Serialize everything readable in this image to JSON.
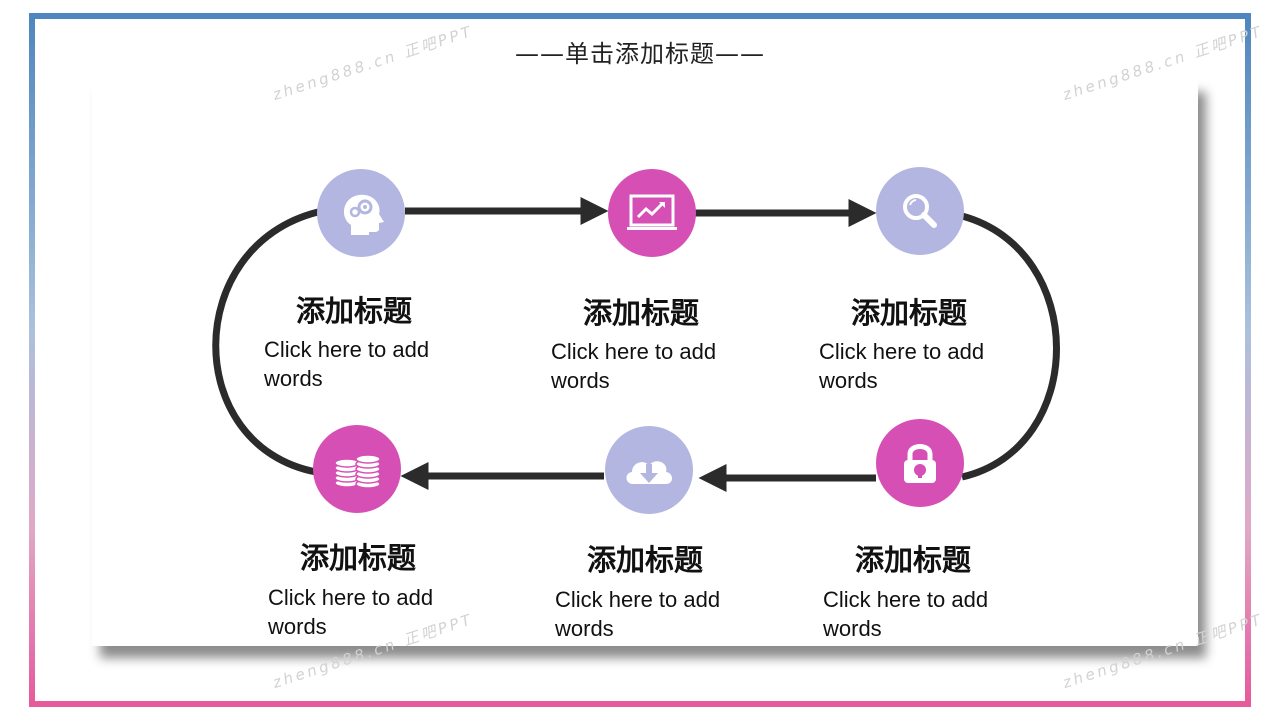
{
  "header": {
    "title": "——单击添加标题——"
  },
  "steps": [
    {
      "title": "添加标题",
      "desc": "Click here to add words",
      "icon": "head-gears-icon",
      "color": "#b3b6e0"
    },
    {
      "title": "添加标题",
      "desc": "Click here to add words",
      "icon": "chart-monitor-icon",
      "color": "#d64fb5"
    },
    {
      "title": "添加标题",
      "desc": "Click here to add words",
      "icon": "magnifier-icon",
      "color": "#b3b6e0"
    },
    {
      "title": "添加标题",
      "desc": "Click here to add words",
      "icon": "lock-icon",
      "color": "#d64fb5"
    },
    {
      "title": "添加标题",
      "desc": "Click here to add words",
      "icon": "cloud-download-icon",
      "color": "#b3b6e0"
    },
    {
      "title": "添加标题",
      "desc": "Click here to add words",
      "icon": "coins-icon",
      "color": "#d64fb5"
    }
  ],
  "watermark": {
    "text": "zheng888.cn 正吧PPT"
  },
  "colors": {
    "lavender": "#b3b6e0",
    "magenta": "#d64fb5",
    "connector": "#2b2b2b"
  }
}
